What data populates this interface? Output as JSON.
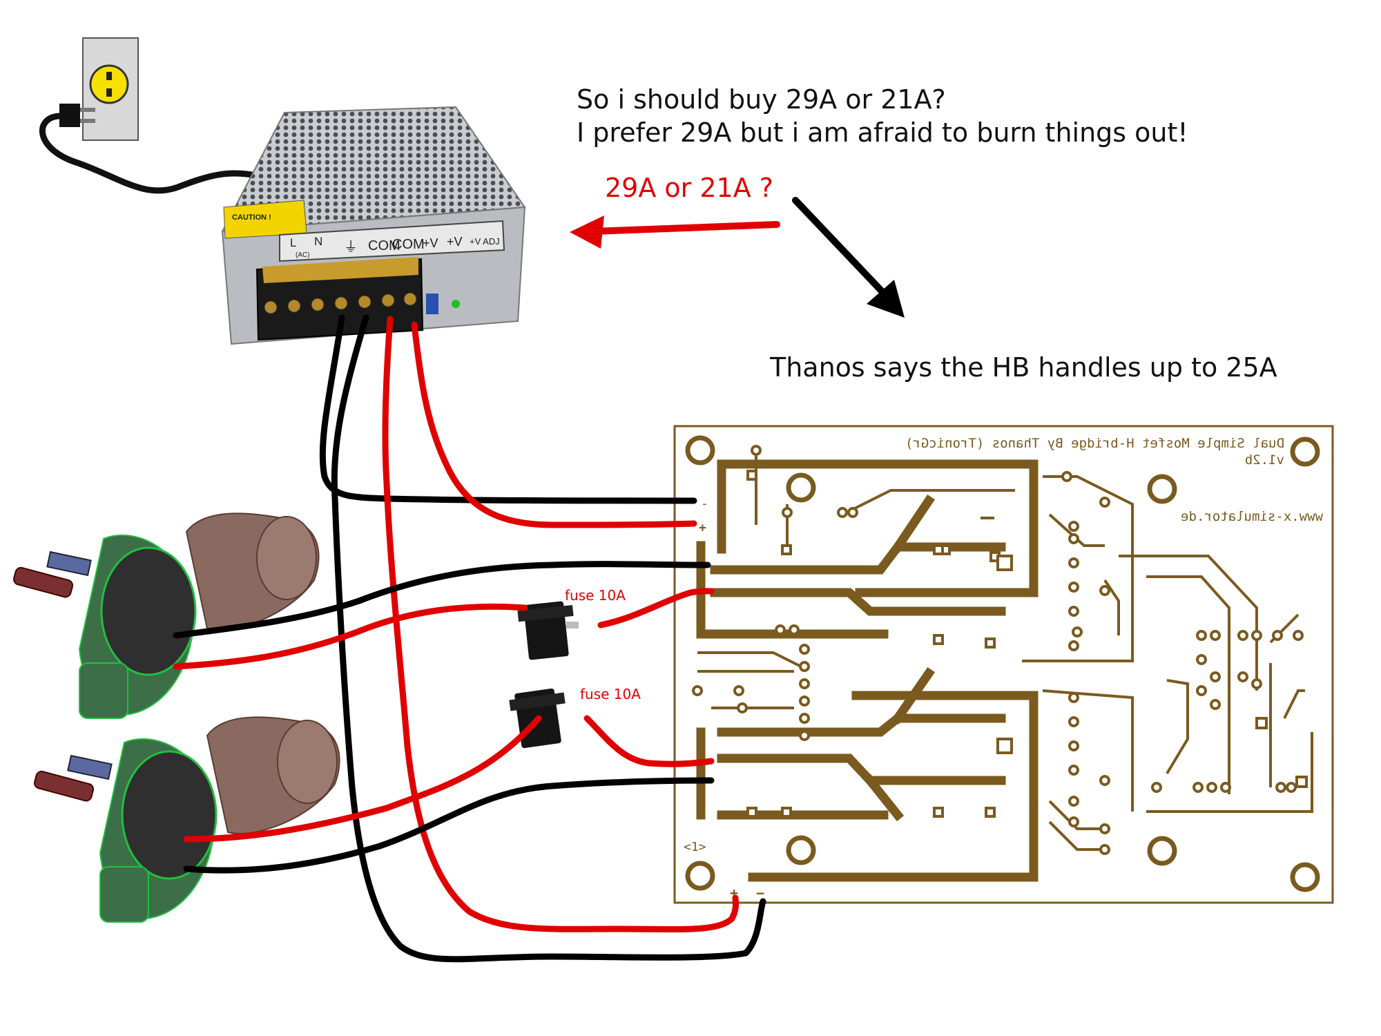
{
  "annotations": {
    "question_line1": "So i should buy 29A or 21A?",
    "question_line2": "I prefer 29A but i am afraid to burn things out!",
    "arrow_label": "29A or 21A ?",
    "hbridge_note": "Thanos says the HB handles up to 25A",
    "fuse1_label": "fuse 10A",
    "fuse2_label": "fuse 10A"
  },
  "psu": {
    "caution_label": "CAUTION !",
    "terminal_labels": [
      "L",
      "N",
      "(AC)",
      "⏚",
      "COM",
      "COM",
      "+V",
      "+V",
      "+V ADJ"
    ]
  },
  "pcb": {
    "title_mirrored": "Dual Simple Mosfet H-bridge By Thanos (TronicGr)",
    "version_mirrored": "v1.2b",
    "url_mirrored": "www.x-simulator.de",
    "marker": "<1>",
    "plus_label": "+",
    "minus_label": "−",
    "in_minus": "-",
    "in_plus": "+"
  },
  "colors": {
    "wire_red": "#e00000",
    "wire_black": "#000000",
    "pcb_trace": "#7a5a1e",
    "outlet_yellow": "#f5e000"
  }
}
